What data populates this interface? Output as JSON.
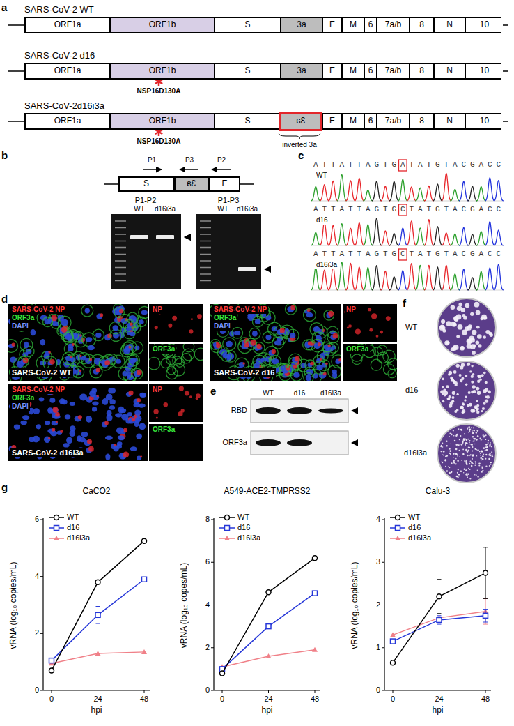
{
  "diagram": {
    "nodes": [
      {
        "text": [
          "SARS-CoV-2 WT"
        ]
      },
      {
        "text": [
          "ORF1a"
        ],
        "in": 0
      },
      {
        "text": [
          "ORF1b"
        ],
        "in": 0
      },
      {
        "text": [
          "S"
        ],
        "in": 0
      },
      {
        "text": [
          "3a"
        ],
        "in": 0
      },
      {
        "text": [
          "E"
        ],
        "in": 0
      },
      {
        "text": [
          "M"
        ],
        "in": 0
      },
      {
        "text": [
          "6"
        ],
        "in": 0
      },
      {
        "text": [
          "7a/b"
        ],
        "in": 0
      },
      {
        "text": [
          "8"
        ],
        "in": 0
      },
      {
        "text": [
          "N"
        ],
        "in": 0
      },
      {
        "text": [
          "10"
        ],
        "in": 0
      },
      {
        "text": [
          "SARS-CoV-2 d16"
        ]
      },
      {
        "text": [
          "ORF1a"
        ],
        "in": 12
      },
      {
        "text": [
          "ORF1b"
        ],
        "in": 12
      },
      {
        "text": [
          "S"
        ],
        "in": 12
      },
      {
        "text": [
          "3a"
        ],
        "in": 12
      },
      {
        "text": [
          "E"
        ],
        "in": 12
      },
      {
        "text": [
          "M"
        ],
        "in": 12
      },
      {
        "text": [
          "6"
        ],
        "in": 12
      },
      {
        "text": [
          "7a/b"
        ],
        "in": 12
      },
      {
        "text": [
          "8"
        ],
        "in": 12
      },
      {
        "text": [
          "N"
        ],
        "in": 12
      },
      {
        "text": [
          "10"
        ],
        "in": 12
      },
      {
        "text": [
          "SARS-CoV-2d16i3a"
        ]
      },
      {
        "text": [
          "ORF1a"
        ],
        "in": 24
      },
      {
        "text": [
          "ORF1b"
        ],
        "in": 24
      },
      {
        "text": [
          "S"
        ],
        "in": 24
      },
      {
        "text": [
          "3a"
        ],
        "in": 24
      },
      {
        "text": [
          "E"
        ],
        "in": 24
      },
      {
        "text": [
          "M"
        ],
        "in": 24
      },
      {
        "text": [
          "6"
        ],
        "in": 24
      },
      {
        "text": [
          "7a/b"
        ],
        "in": 24
      },
      {
        "text": [
          "8"
        ],
        "in": 24
      },
      {
        "text": [
          "N"
        ],
        "in": 24
      },
      {
        "text": [
          "10"
        ],
        "in": 24
      },
      {
        "text": [
          "S"
        ]
      },
      {
        "text": [
          "3a"
        ]
      },
      {
        "text": [
          "E"
        ]
      }
    ],
    "labels": [
      "a",
      "NSP16D130A",
      "NSP16D130A",
      "inverted 3a",
      "b",
      "P1",
      "P3",
      "P2",
      "P1-P2",
      "WT",
      "d16i3a",
      "P1-P3",
      "WT",
      "d16i3a",
      "c",
      "ATTATTAGTGATATGTACGACC",
      "WT",
      "ATTATTAGTGCTATGTACGACC",
      "d16",
      "ATTATTAGTGCTATGTACGACC",
      "d16i3a",
      "d",
      "SARS-CoV-2 NP",
      "ORF3a",
      "DAPI",
      "NP",
      "ORF3a",
      "SARS-CoV-2 WT",
      "SARS-CoV-2 NP",
      "ORF3a",
      "DAPI",
      "NP",
      "ORF3a",
      "SARS-CoV-2 d16",
      "SARS-CoV-2 NP",
      "ORF3a",
      "DAPI",
      "NP",
      "ORF3a",
      "SARS-CoV-2 d16i3a",
      "e",
      "WT",
      "d16",
      "d16i3a",
      "RBD",
      "ORF3a",
      "f",
      "WT",
      "d16",
      "d16i3a",
      "g",
      "CaCO2",
      "vRNA (log₁₀ copies/mL)",
      "0",
      "2",
      "4",
      "6",
      "0",
      "24",
      "48",
      "hpi",
      "A549-ACE2-TMPRSS2",
      "vRNA (log₁₀ copes/mL)",
      "0",
      "2",
      "4",
      "6",
      "8",
      "0",
      "24",
      "48",
      "hpi",
      "Calu-3",
      "vRNA (log₁₀ copies/mL)",
      "0",
      "1",
      "2",
      "3",
      "4",
      "0",
      "24",
      "48",
      "hpi"
    ],
    "legend": [
      {
        "text": "WT"
      },
      {
        "text": "d16"
      },
      {
        "text": "d16i3a"
      },
      {
        "text": "WT"
      },
      {
        "text": "d16"
      },
      {
        "text": "d16i3a"
      },
      {
        "text": "WT"
      },
      {
        "text": "d16"
      },
      {
        "text": "d16i3a"
      }
    ]
  }
}
